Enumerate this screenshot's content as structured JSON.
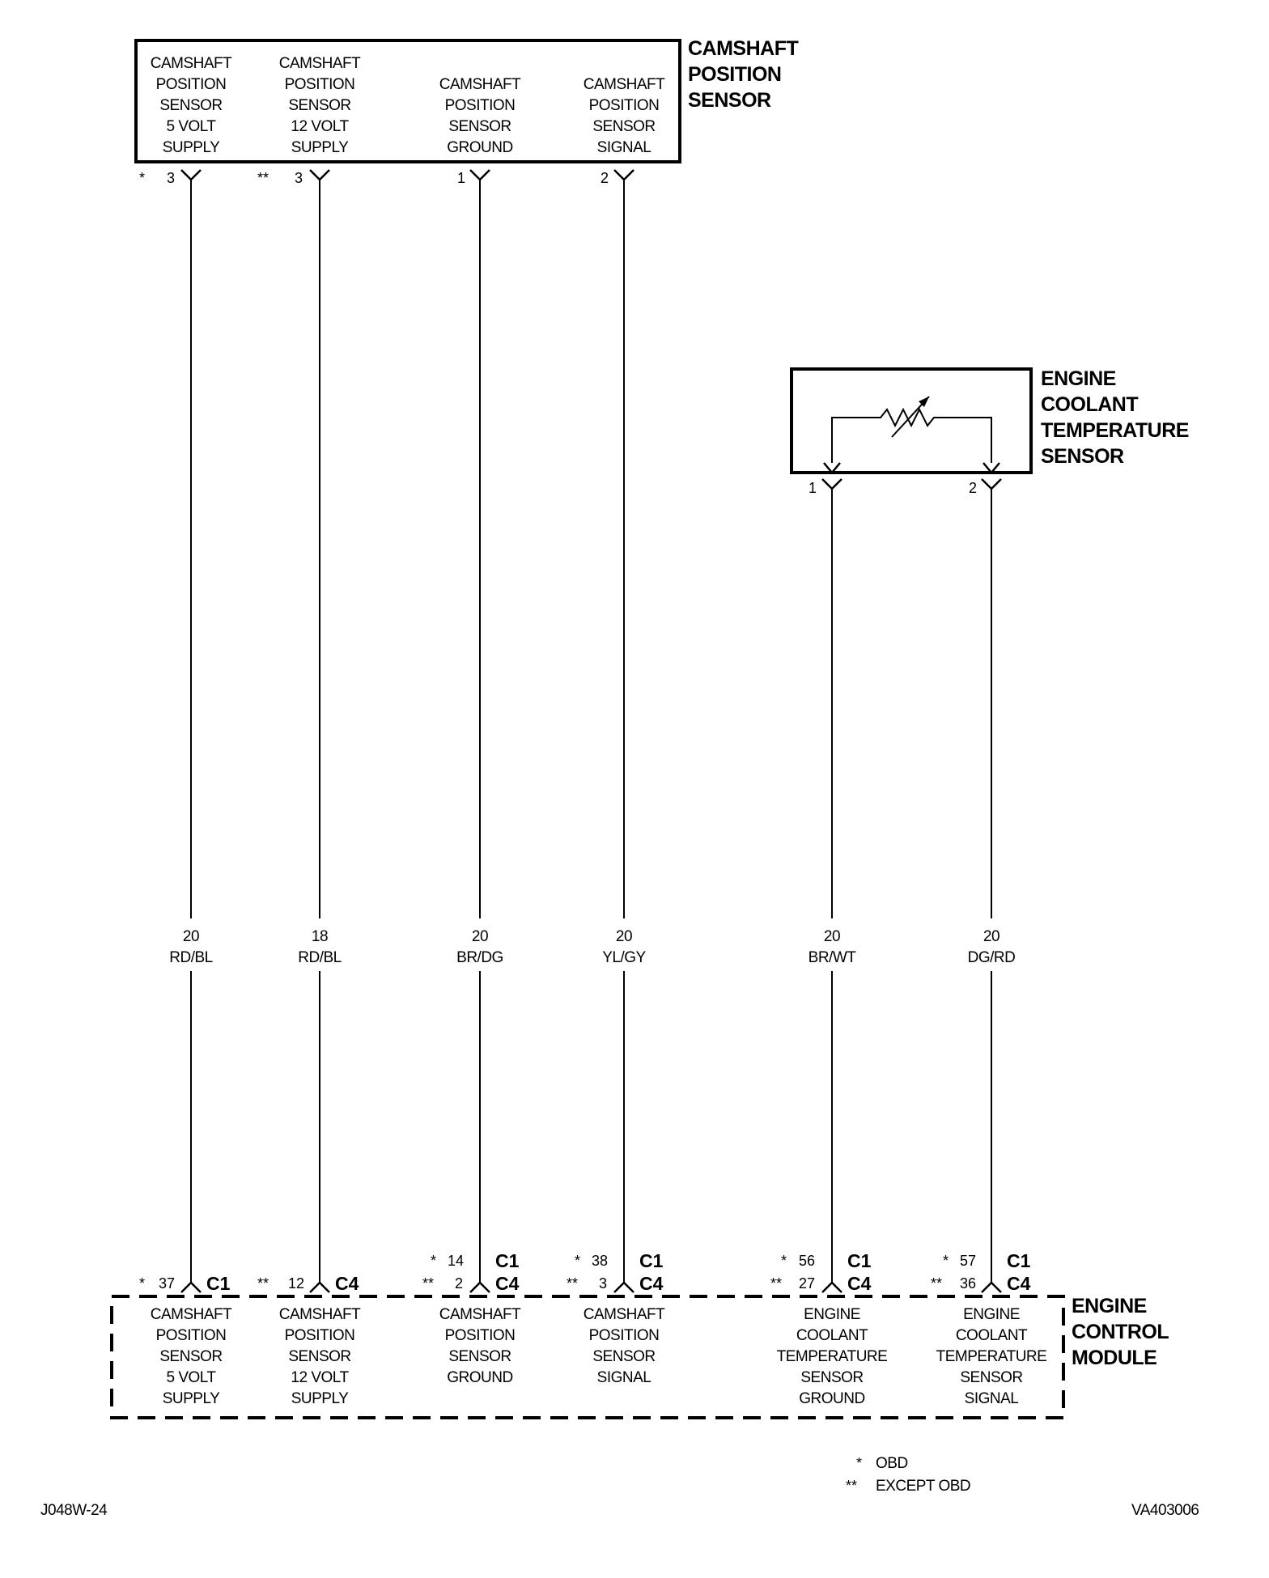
{
  "camshaft_sensor": {
    "title": [
      "CAMSHAFT",
      "POSITION",
      "SENSOR"
    ],
    "pins": [
      {
        "lines": [
          "CAMSHAFT",
          "POSITION",
          "SENSOR",
          "5 VOLT",
          "SUPPLY"
        ],
        "pin": "3",
        "marker": "*"
      },
      {
        "lines": [
          "CAMSHAFT",
          "POSITION",
          "SENSOR",
          "12 VOLT",
          "SUPPLY"
        ],
        "pin": "3",
        "marker": "**"
      },
      {
        "lines": [
          "CAMSHAFT",
          "POSITION",
          "SENSOR",
          "GROUND"
        ],
        "pin": "1",
        "marker": ""
      },
      {
        "lines": [
          "CAMSHAFT",
          "POSITION",
          "SENSOR",
          "SIGNAL"
        ],
        "pin": "2",
        "marker": ""
      }
    ]
  },
  "coolant_sensor": {
    "title": [
      "ENGINE",
      "COOLANT",
      "TEMPERATURE",
      "SENSOR"
    ],
    "pins": [
      "1",
      "2"
    ]
  },
  "wires": [
    {
      "gauge": "20",
      "color": "RD/BL"
    },
    {
      "gauge": "18",
      "color": "RD/BL"
    },
    {
      "gauge": "20",
      "color": "BR/DG"
    },
    {
      "gauge": "20",
      "color": "YL/GY"
    },
    {
      "gauge": "20",
      "color": "BR/WT"
    },
    {
      "gauge": "20",
      "color": "DG/RD"
    }
  ],
  "ecm": {
    "title": [
      "ENGINE",
      "CONTROL",
      "MODULE"
    ],
    "terminals": [
      {
        "rows": [
          {
            "marker": "*",
            "pin": "37",
            "connector": "C1"
          }
        ],
        "lines": [
          "CAMSHAFT",
          "POSITION",
          "SENSOR",
          "5 VOLT",
          "SUPPLY"
        ]
      },
      {
        "rows": [
          {
            "marker": "**",
            "pin": "12",
            "connector": "C4"
          }
        ],
        "lines": [
          "CAMSHAFT",
          "POSITION",
          "SENSOR",
          "12 VOLT",
          "SUPPLY"
        ]
      },
      {
        "rows": [
          {
            "marker": "*",
            "pin": "14",
            "connector": "C1"
          },
          {
            "marker": "**",
            "pin": "2",
            "connector": "C4"
          }
        ],
        "lines": [
          "CAMSHAFT",
          "POSITION",
          "SENSOR",
          "GROUND"
        ]
      },
      {
        "rows": [
          {
            "marker": "*",
            "pin": "38",
            "connector": "C1"
          },
          {
            "marker": "**",
            "pin": "3",
            "connector": "C4"
          }
        ],
        "lines": [
          "CAMSHAFT",
          "POSITION",
          "SENSOR",
          "SIGNAL"
        ]
      },
      {
        "rows": [
          {
            "marker": "*",
            "pin": "56",
            "connector": "C1"
          },
          {
            "marker": "**",
            "pin": "27",
            "connector": "C4"
          }
        ],
        "lines": [
          "ENGINE",
          "COOLANT",
          "TEMPERATURE",
          "SENSOR",
          "GROUND"
        ]
      },
      {
        "rows": [
          {
            "marker": "*",
            "pin": "57",
            "connector": "C1"
          },
          {
            "marker": "**",
            "pin": "36",
            "connector": "C4"
          }
        ],
        "lines": [
          "ENGINE",
          "COOLANT",
          "TEMPERATURE",
          "SENSOR",
          "SIGNAL"
        ]
      }
    ]
  },
  "legend": [
    {
      "symbol": "*",
      "label": "OBD"
    },
    {
      "symbol": "**",
      "label": "EXCEPT OBD"
    }
  ],
  "footer": {
    "left_code": "J048W-24",
    "right_code": "VA403006"
  }
}
